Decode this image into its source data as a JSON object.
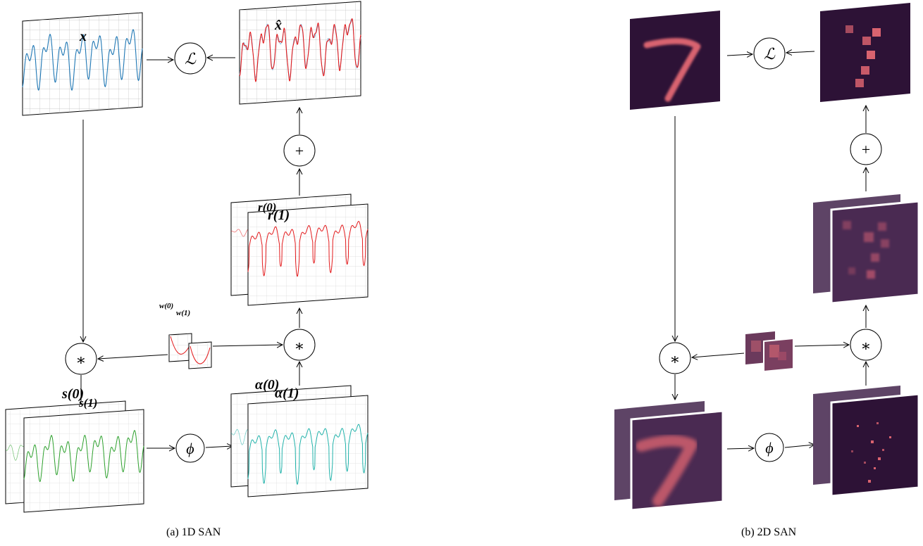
{
  "captions": {
    "left": "(a) 1D SAN",
    "right": "(b) 2D SAN"
  },
  "symbols": {
    "loss": "ℒ",
    "plus": "+",
    "conv": "∗",
    "phi": "ϕ"
  },
  "labels": {
    "x": "x",
    "x_hat": "x̂",
    "r0": "r(0)",
    "r1": "r(1)",
    "w0": "w(0)",
    "w1": "w(1)",
    "s0": "s(0)",
    "s1": "s(1)",
    "a0": "α(0)",
    "a1": "α(1)"
  },
  "colors": {
    "input_signal": "#1f77b4",
    "reconstruction": "#e31a1c",
    "residual": "#e31a1c",
    "similarity": "#2ca02c",
    "activation": "#20b2aa",
    "image_bg": "#2d1236",
    "image_stroke": "#d9636f",
    "panel_tint": "#5e4466"
  }
}
